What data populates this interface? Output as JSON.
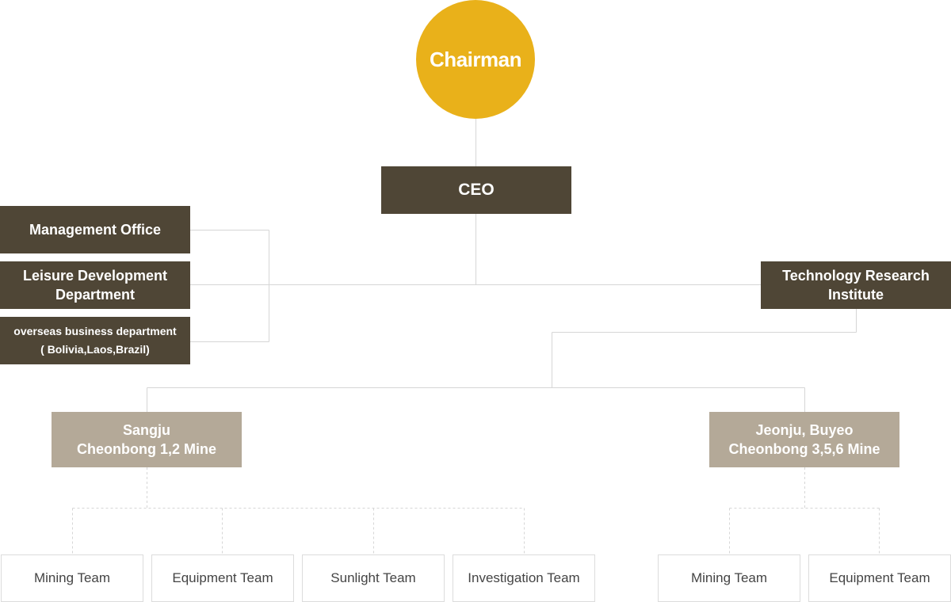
{
  "chairman": {
    "label": "Chairman"
  },
  "ceo": {
    "label": "CEO"
  },
  "left_offices": [
    {
      "lines": [
        "Management Office"
      ]
    },
    {
      "lines": [
        "Leisure Development",
        "Department"
      ]
    },
    {
      "lines": [
        "overseas business department",
        "( Bolivia,Laos,Brazil)"
      ]
    }
  ],
  "research": {
    "lines": [
      "Technology Research",
      "Institute"
    ]
  },
  "mines": [
    {
      "lines": [
        "Sangju",
        "Cheonbong 1,2 Mine"
      ]
    },
    {
      "lines": [
        "Jeonju, Buyeo",
        "Cheonbong 3,5,6 Mine"
      ]
    }
  ],
  "teams_mine1": [
    "Mining Team",
    "Equipment Team",
    "Sunlight Team",
    "Investigation Team"
  ],
  "teams_mine2": [
    "Mining Team",
    "Equipment Team"
  ],
  "colors": {
    "chairman": "#e9b11a",
    "dark_box": "#4f4636",
    "mine_box": "#b4a998",
    "connector": "#d6d6d6"
  }
}
